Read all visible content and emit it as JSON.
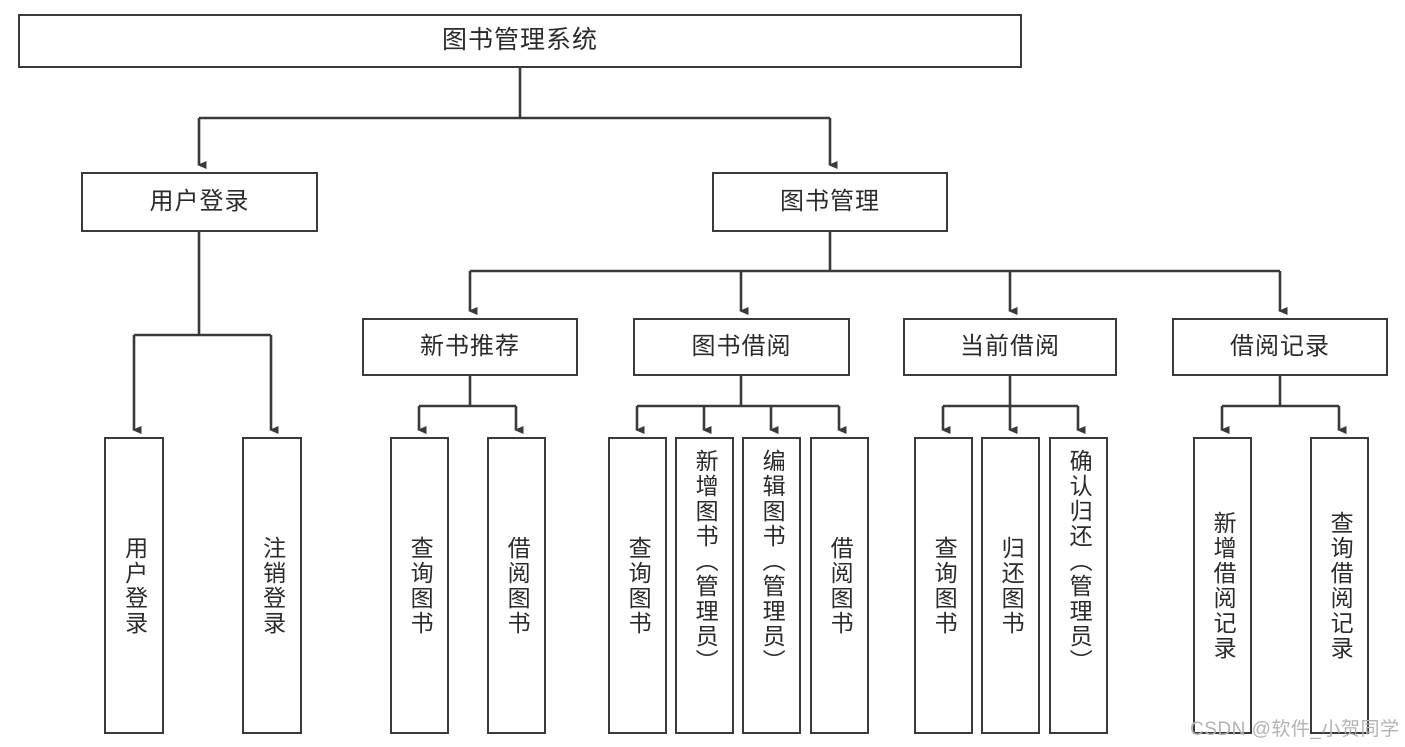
{
  "diagram": {
    "title": "图书管理系统",
    "type": "tree-hierarchy-diagram",
    "style": {
      "box_border_color": "#3a3a3a",
      "box_fill_color": "#ffffff",
      "connector_color": "#3a3a3a",
      "text_color": "#2b2b2b",
      "background_color": "#ffffff",
      "watermark_color": "#b3b3b3"
    },
    "root": {
      "label": "图书管理系统"
    },
    "level2": [
      {
        "label": "用户登录"
      },
      {
        "label": "图书管理"
      }
    ],
    "level3": [
      {
        "label": "新书推荐"
      },
      {
        "label": "图书借阅"
      },
      {
        "label": "当前借阅"
      },
      {
        "label": "借阅记录"
      }
    ],
    "leaves": {
      "user_login": [
        {
          "label": "用户登录"
        },
        {
          "label": "注销登录"
        }
      ],
      "new_book_recommend": [
        {
          "label": "查询图书"
        },
        {
          "label": "借阅图书"
        }
      ],
      "book_borrow": [
        {
          "label": "查询图书"
        },
        {
          "label": "新增图书（管理员）"
        },
        {
          "label": "编辑图书（管理员）"
        },
        {
          "label": "借阅图书"
        }
      ],
      "current_borrow": [
        {
          "label": "查询图书"
        },
        {
          "label": "归还图书"
        },
        {
          "label": "确认归还（管理员）"
        }
      ],
      "borrow_record": [
        {
          "label": "新增借阅记录"
        },
        {
          "label": "查询借阅记录"
        }
      ]
    },
    "watermark": "CSDN @软件_小贺同学"
  }
}
